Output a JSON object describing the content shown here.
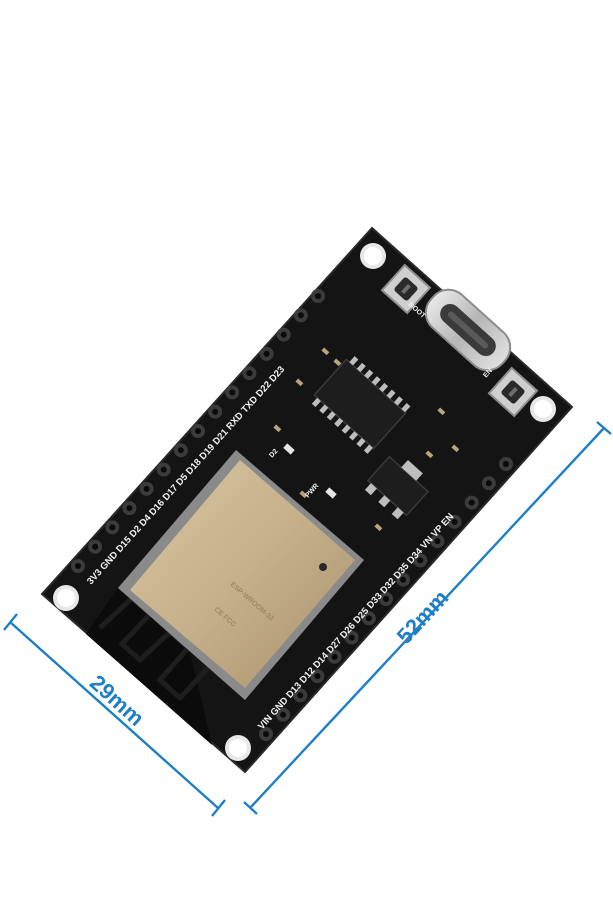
{
  "dimensions": {
    "length_label": "52mm",
    "width_label": "29mm"
  },
  "board": {
    "left_header_labels": "3V3 GND D15 D2  D4 D16 D17 D5 D18 D19 D21 RXD TXD D22 D23",
    "right_header_labels": "VIN GND D13 D12 D14 D27 D26 D25 D33 D32 D35 D34 VN VP EN",
    "button_boot": "BOOT",
    "button_en": "EN",
    "led_d2": "D2",
    "led_pwr": "PWR"
  },
  "colors": {
    "background": "#ffffff",
    "pcb": "#141414",
    "dimension_line": "#1f7fc6",
    "module_shield": "#c9b48e",
    "silkscreen": "#f2f2f2"
  },
  "icons": {
    "usb_port": "usb-c-port-icon",
    "reset_button": "tactile-button-icon",
    "mounting_hole": "mounting-hole-icon"
  }
}
